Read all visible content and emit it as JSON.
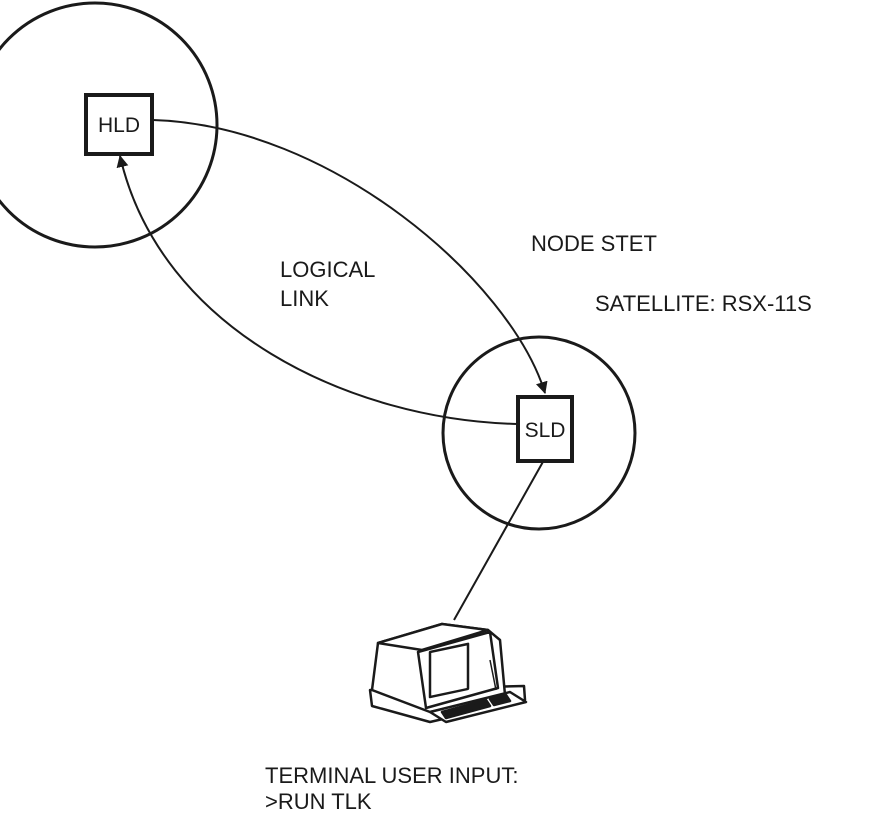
{
  "diagram": {
    "host_box": {
      "label": "HLD"
    },
    "satellite_box": {
      "label": "SLD"
    },
    "logical_link": {
      "lines": [
        "LOGICAL",
        "LINK"
      ]
    },
    "node_name": "NODE STET",
    "satellite_desc": "SATELLITE:  RSX-11S",
    "terminal_caption": {
      "lines": [
        "TERMINAL USER INPUT:",
        ">RUN TLK"
      ]
    }
  }
}
